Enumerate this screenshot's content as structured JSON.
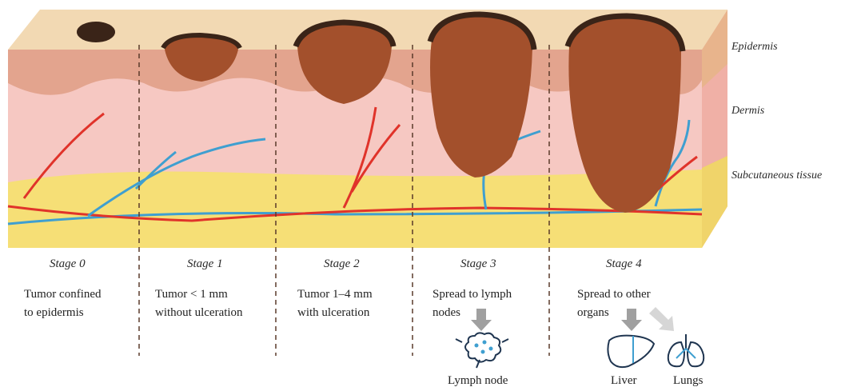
{
  "layers": {
    "epidermis": "Epidermis",
    "dermis": "Dermis",
    "subcutaneous": "Subcutaneous tissue"
  },
  "stages": [
    {
      "title": "Stage 0",
      "line1": "Tumor confined",
      "line2": "to epidermis"
    },
    {
      "title": "Stage 1",
      "line1": "Tumor < 1 mm",
      "line2": "without ulceration"
    },
    {
      "title": "Stage 2",
      "line1": "Tumor 1–4 mm",
      "line2": "with ulceration"
    },
    {
      "title": "Stage 3",
      "line1": "Spread to lymph",
      "line2": "nodes"
    },
    {
      "title": "Stage 4",
      "line1": "Spread to other",
      "line2": "organs"
    }
  ],
  "organs": {
    "lymph_node": "Lymph node",
    "liver": "Liver",
    "lungs": "Lungs"
  },
  "colors": {
    "skin_top": "#f2d9b3",
    "epidermis": "#e3a48e",
    "dermis": "#f6c8c2",
    "subcutaneous": "#f6df76",
    "tumor": "#a3502c",
    "tumor_crust": "#3a2418",
    "artery": "#e0332a",
    "vein": "#3f9fd0",
    "arrow": "#a0a0a0"
  }
}
